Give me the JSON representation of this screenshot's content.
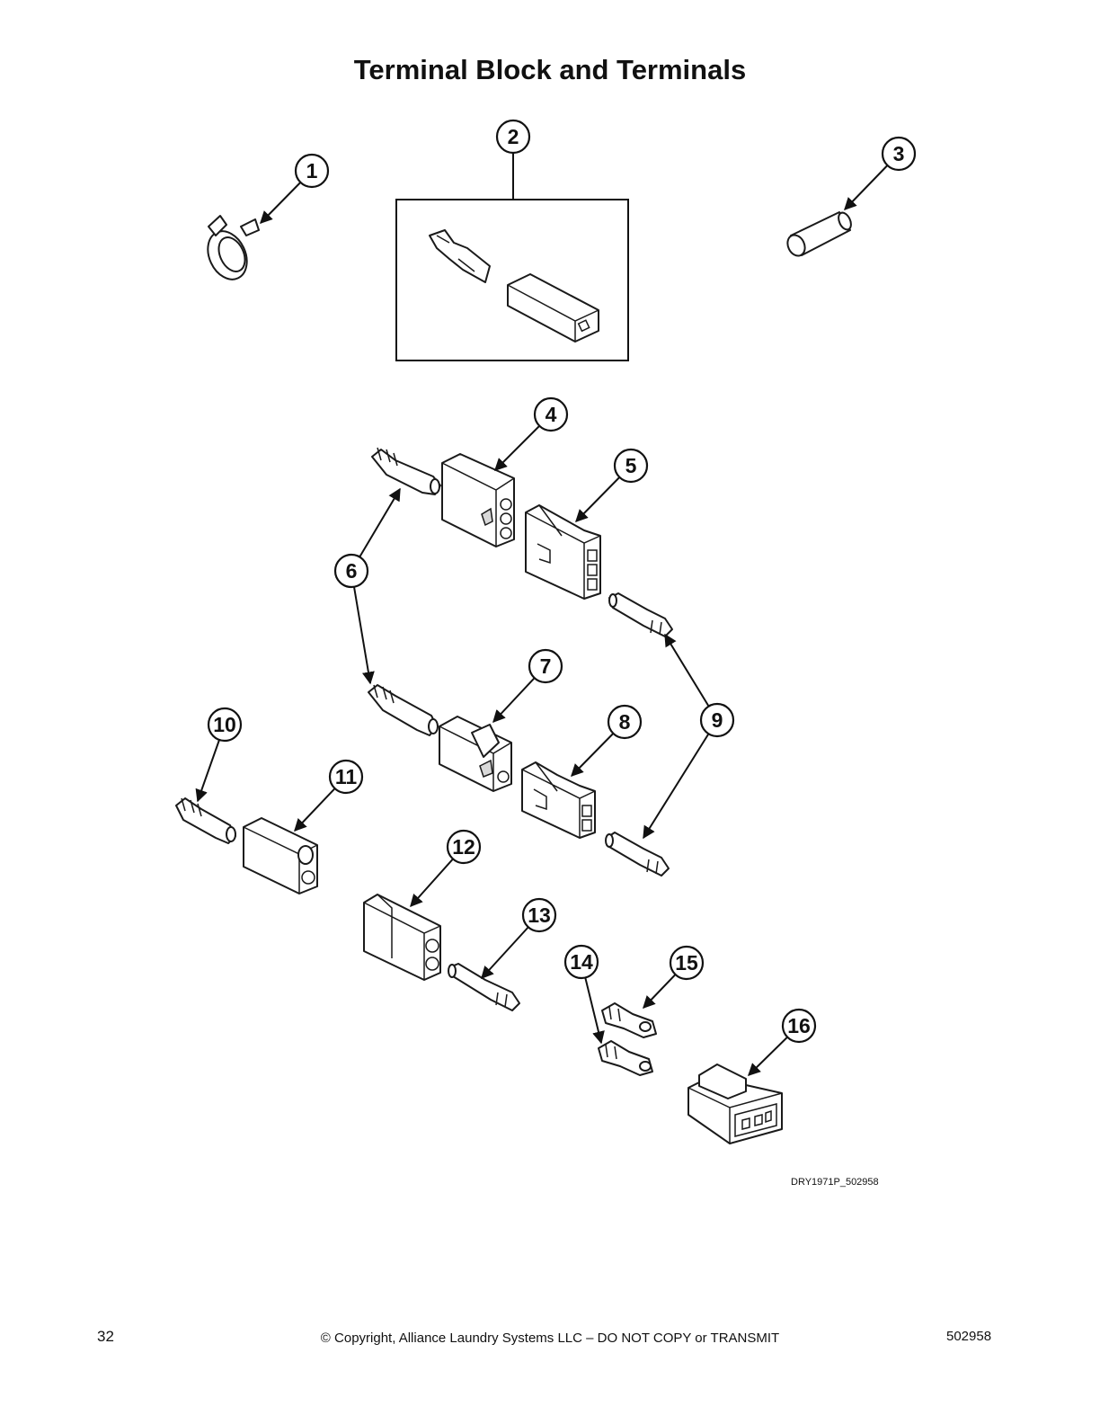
{
  "title": "Terminal Block and Terminals",
  "callouts": [
    "1",
    "2",
    "3",
    "4",
    "5",
    "6",
    "7",
    "8",
    "9",
    "10",
    "11",
    "12",
    "13",
    "14",
    "15",
    "16"
  ],
  "figure_id": "DRY1971P_502958",
  "footer": {
    "page_number": "32",
    "copyright": "© Copyright, Alliance Laundry Systems LLC – DO NOT COPY or TRANSMIT",
    "document_number": "502958"
  }
}
